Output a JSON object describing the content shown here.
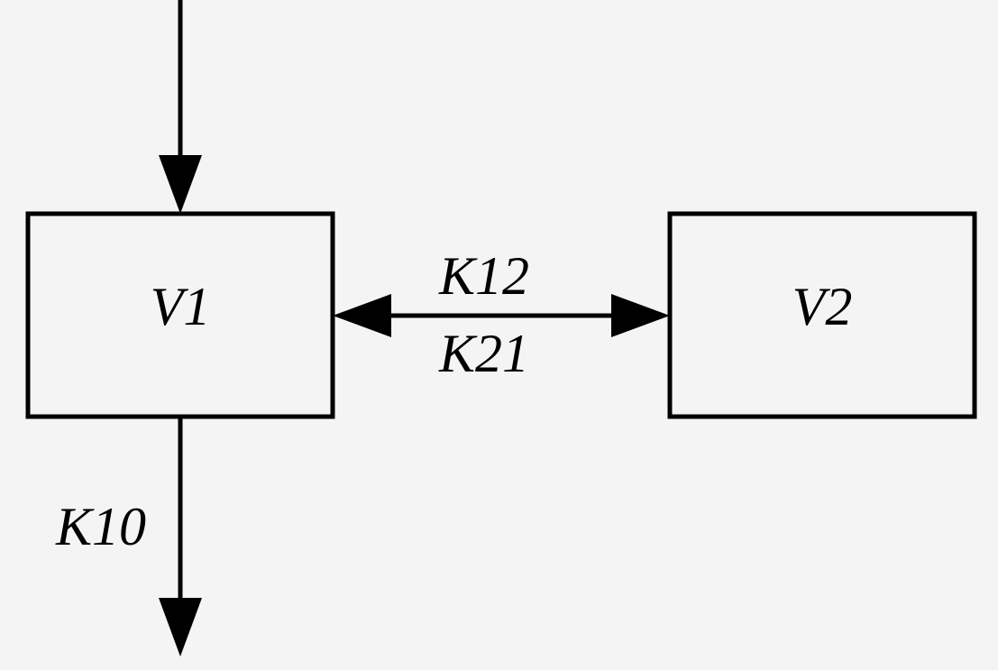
{
  "compartments": {
    "central": {
      "label": "V1"
    },
    "peripheral": {
      "label": "V2"
    }
  },
  "rates": {
    "central_to_peripheral": "K12",
    "peripheral_to_central": "K21",
    "elimination": "K10"
  }
}
